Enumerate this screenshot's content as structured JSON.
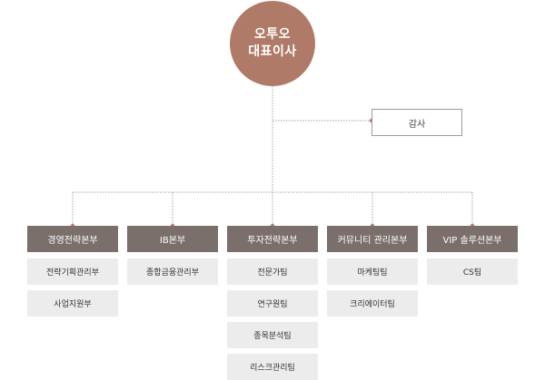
{
  "ceo": {
    "line1": "오투오",
    "line2": "대표이사"
  },
  "audit": {
    "label": "감사"
  },
  "colors": {
    "accent": "#b07a69",
    "header": "#7a6f6b",
    "team_bg": "#ececec",
    "line": "#b07a69"
  },
  "departments": [
    {
      "name": "경영전략본부",
      "teams": [
        "전략기획관리부",
        "사업지원부"
      ]
    },
    {
      "name": "IB본부",
      "teams": [
        "종합금융관리부"
      ]
    },
    {
      "name": "투자전략본부",
      "teams": [
        "전문가팀",
        "연구원팀",
        "종목분석팀",
        "리스크관리팀"
      ]
    },
    {
      "name": "커뮤니티 관리본부",
      "teams": [
        "마케팅팀",
        "크리에이터팀"
      ]
    },
    {
      "name": "VIP 솔루션본부",
      "teams": [
        "CS팀"
      ]
    }
  ]
}
